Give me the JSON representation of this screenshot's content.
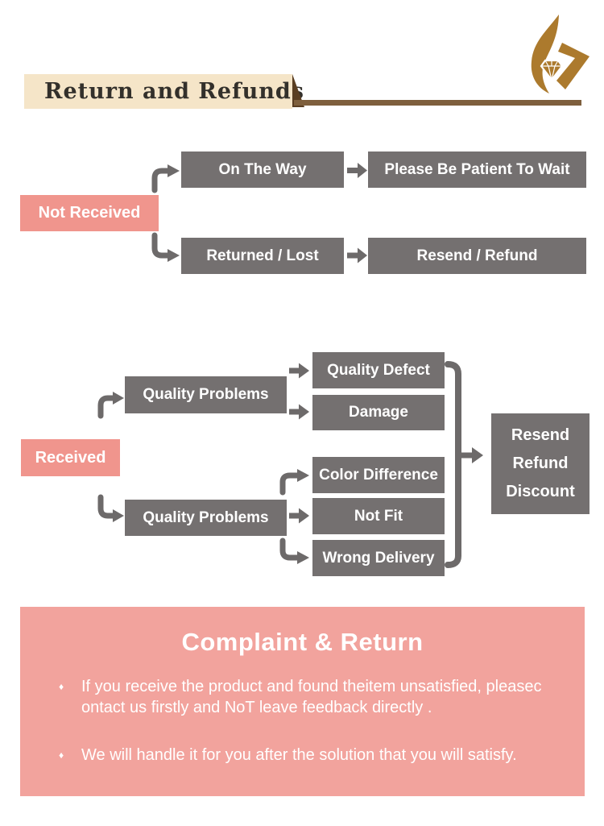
{
  "header": {
    "title": "Return and Refunds"
  },
  "icons": {
    "logo": "flame-diamond-brand-logo",
    "bullet_glyph": "♦"
  },
  "colors": {
    "cream": "#f5e5c8",
    "header_text": "#33302b",
    "brown_line": "#7e5f3d",
    "fold_brown": "#5a3e22",
    "logo_gold": "#ac7a2d",
    "flow_gray": "#747070",
    "arrow_gray": "#6d6a6a",
    "flow_pink": "#f0958d",
    "panel_pink": "#f2a39d"
  },
  "flow_not_received": {
    "root": "Not Received",
    "rows": [
      {
        "cause": "On The Way",
        "action": "Please Be Patient To Wait"
      },
      {
        "cause": "Returned / Lost",
        "action": "Resend / Refund"
      }
    ]
  },
  "flow_received": {
    "root": "Received",
    "branch_top": {
      "label": "Quality Problems",
      "outcomes": [
        "Quality Defect",
        "Damage"
      ]
    },
    "branch_bottom": {
      "label": "Quality Problems",
      "outcomes": [
        "Color Difference",
        "Not Fit",
        "Wrong Delivery"
      ]
    },
    "result_lines": [
      "Resend",
      "Refund",
      "Discount"
    ]
  },
  "complaint": {
    "title": "Complaint & Return",
    "bullets": [
      "If you receive the product and found theitem unsatisfied, pleasec ontact us firstly and NoT leave feedback directly .",
      "We will handle it for you after the solution that you will satisfy."
    ]
  }
}
